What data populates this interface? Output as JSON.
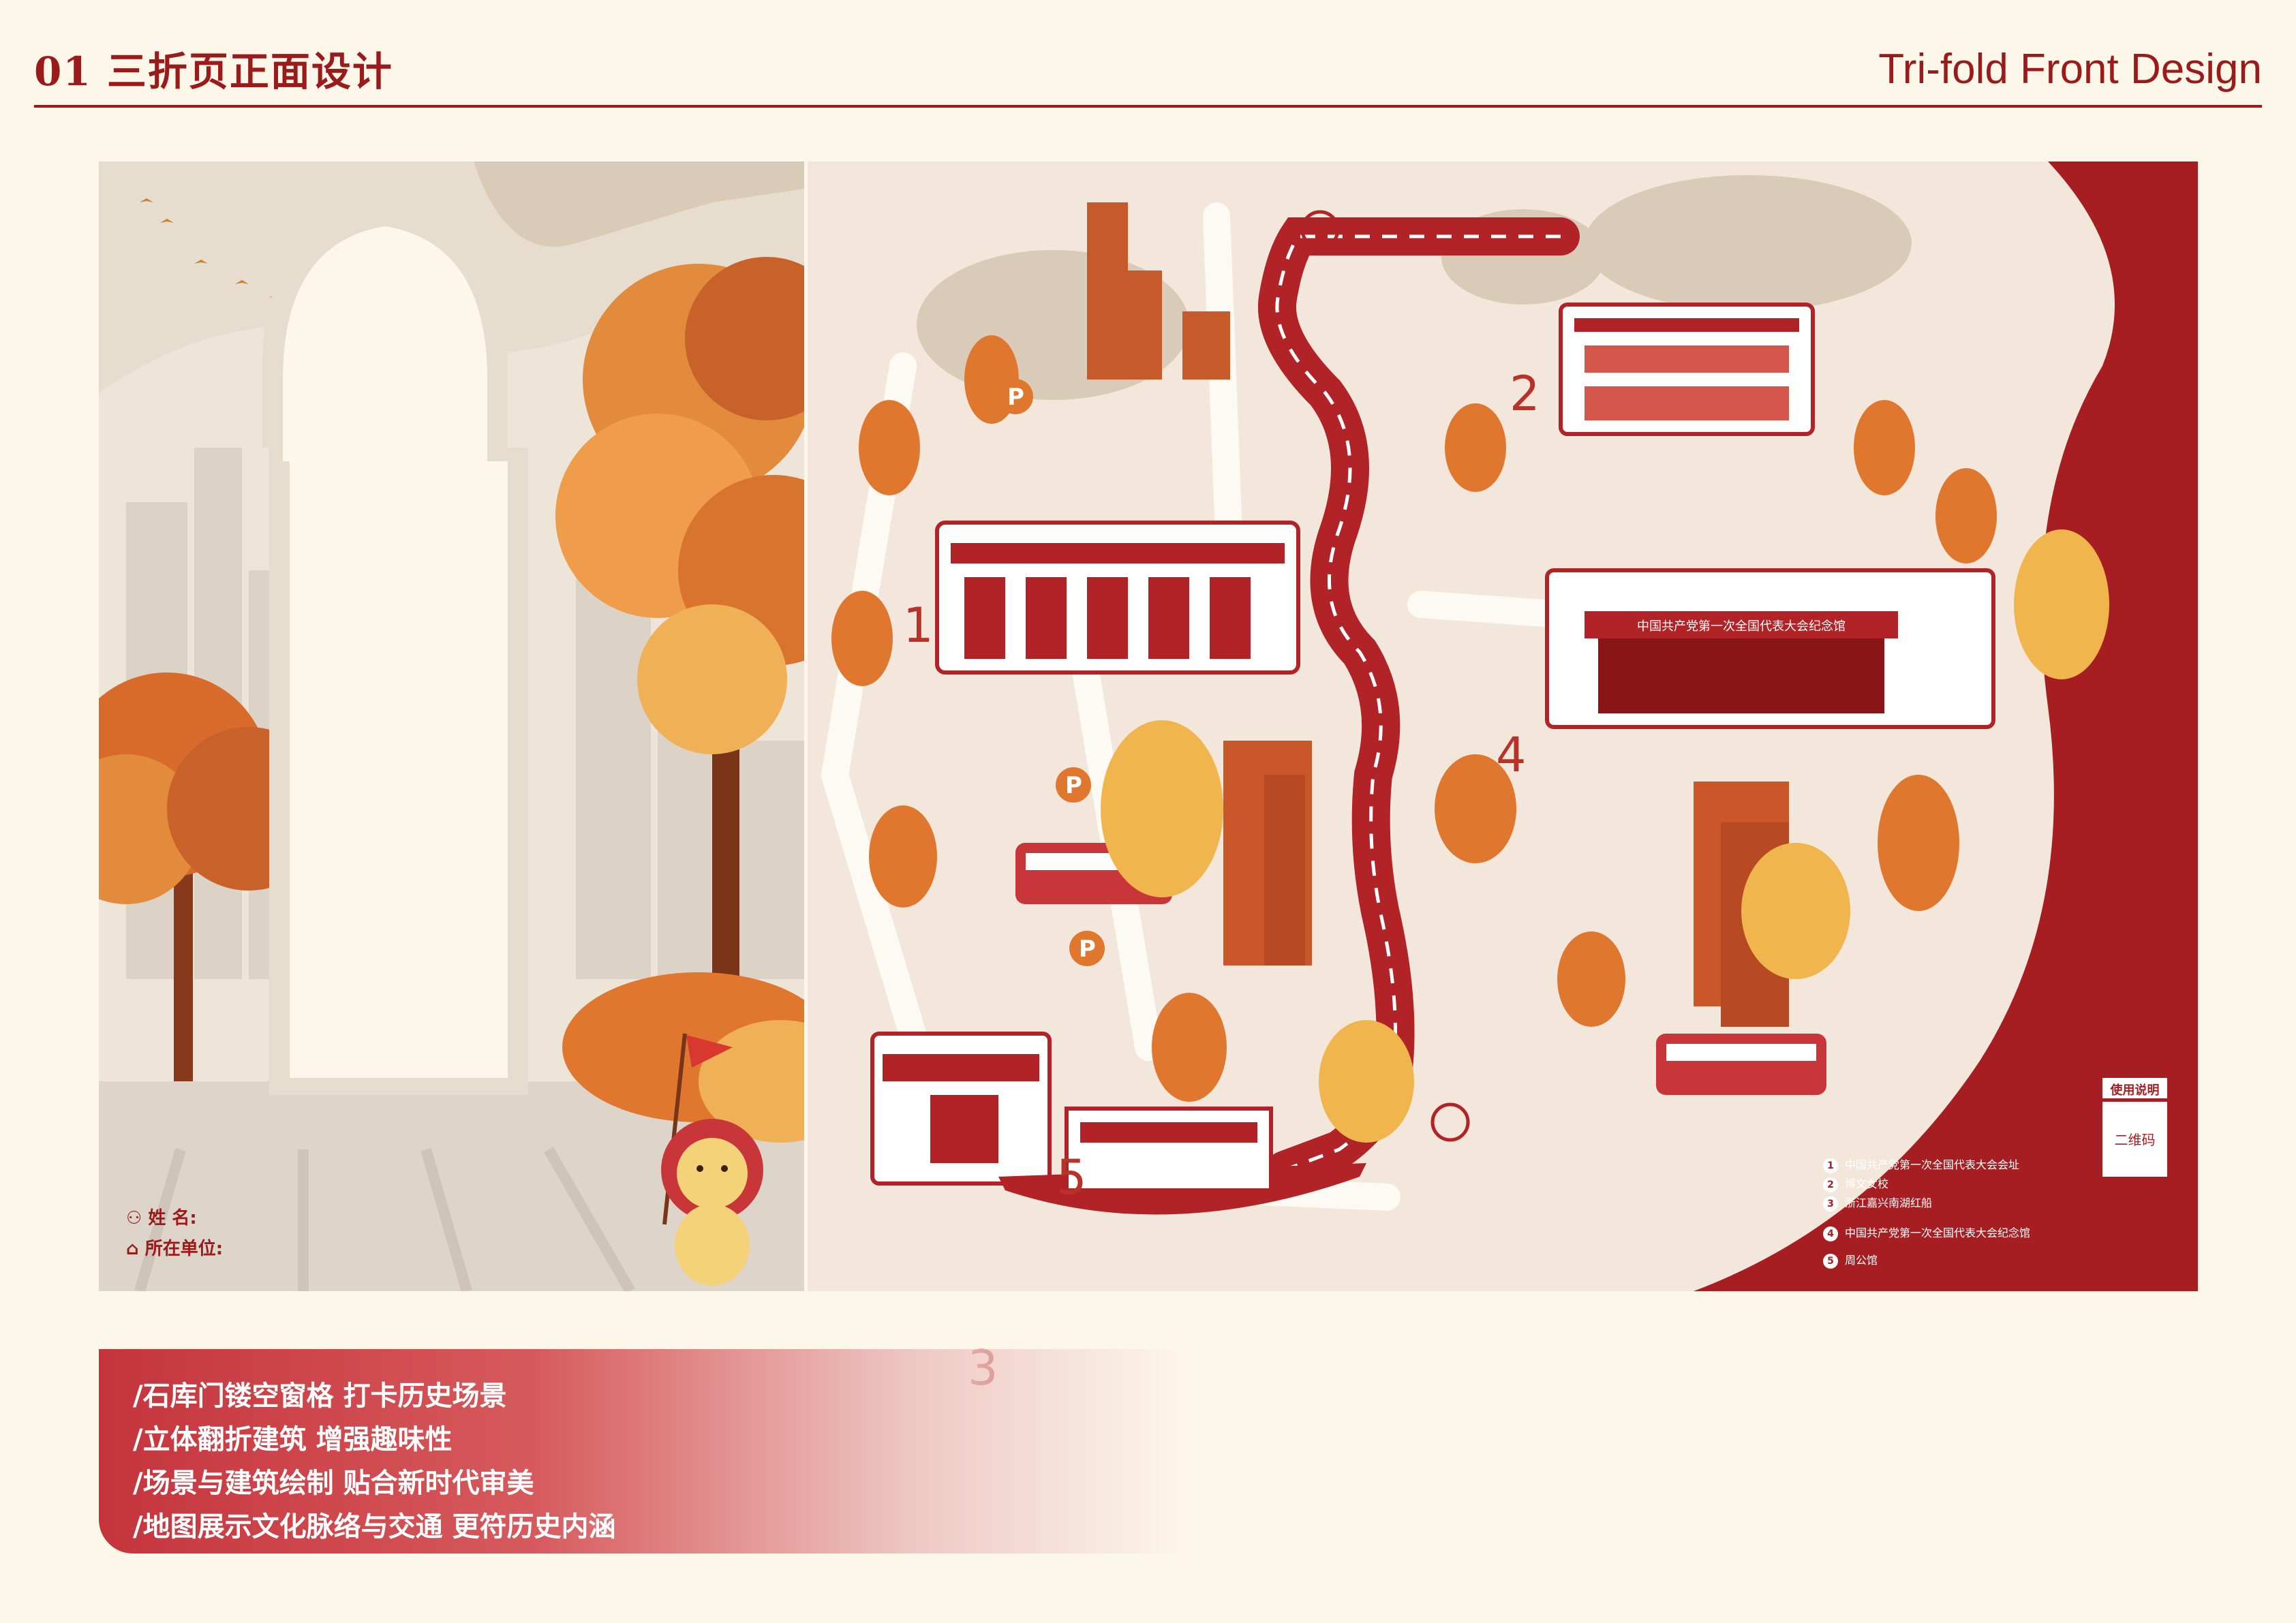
{
  "header": {
    "title_cn": "01 三折页正面设计",
    "title_en": "Tri-fold Front Design"
  },
  "left_panel": {
    "name_label": "姓    名:",
    "unit_label": "所在单位:"
  },
  "map": {
    "numbers": [
      "1",
      "2",
      "3",
      "4",
      "5"
    ],
    "building4_sign": "中国共产党第一次全国代表大会纪念馆",
    "legend": [
      {
        "num": "1",
        "text": "中国共产党第一次全国代表大会会址"
      },
      {
        "num": "2",
        "text": "博文女校"
      },
      {
        "num": "3",
        "text": "浙江嘉兴南湖红船"
      },
      {
        "num": "4",
        "text": "中国共产党第一次全国代表大会纪念馆"
      },
      {
        "num": "5",
        "text": "周公馆"
      }
    ],
    "usage_label": "使用说明",
    "qr_label": "二维码",
    "parking_label": "P"
  },
  "features": [
    "/石库门镂空窗格 打卡历史场景",
    "/立体翻折建筑 增强趣味性",
    "/场景与建筑绘制 贴合新时代审美",
    "/地图展示文化脉络与交通 更符历史内涵"
  ],
  "colors": {
    "brand_red": "#9b1b1b",
    "map_red": "#a61e22",
    "orange": "#e0772f",
    "paper": "#fdf7ea"
  }
}
